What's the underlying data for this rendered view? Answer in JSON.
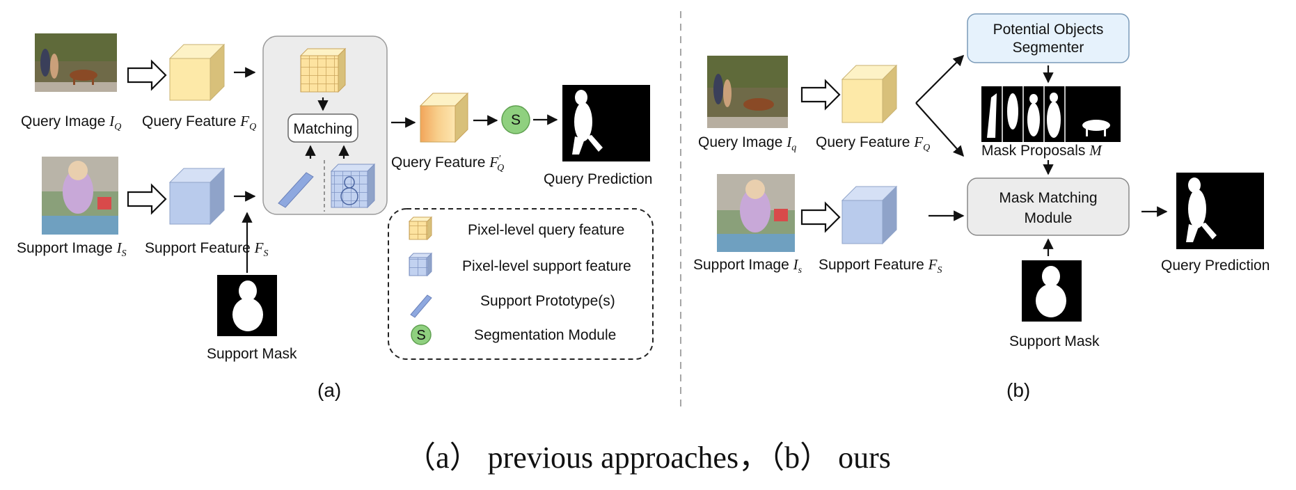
{
  "panel_a": {
    "query_image_label": "Query Image",
    "query_image_sym": "I",
    "query_image_sub": "Q",
    "query_feature_label": "Query Feature",
    "query_feature_sym": "F",
    "query_feature_sub": "Q",
    "support_image_label": "Support Image",
    "support_image_sym": "I",
    "support_image_sub": "S",
    "support_feature_label": "Support Feature",
    "support_feature_sym": "F",
    "support_feature_sub": "S",
    "support_mask_label": "Support Mask",
    "matching_label": "Matching",
    "refined_feature_label": "Query Feature",
    "refined_feature_sym": "F",
    "refined_feature_prime": "′",
    "refined_feature_sub": "Q",
    "seg_symbol": "S",
    "query_prediction_label": "Query Prediction",
    "legend": {
      "pixel_query": "Pixel-level query feature",
      "pixel_support": "Pixel-level support feature",
      "prototype": "Support Prototype(s)",
      "seg_symbol": "S",
      "seg_module": "Segmentation Module"
    },
    "sub_label": "(a)"
  },
  "panel_b": {
    "query_image_label": "Query Image",
    "query_image_sym": "I",
    "query_image_sub": "q",
    "query_feature_label": "Query Feature",
    "query_feature_sym": "F",
    "query_feature_sub": "Q",
    "support_image_label": "Support Image",
    "support_image_sym": "I",
    "support_image_sub": "s",
    "support_feature_label": "Support Feature",
    "support_feature_sym": "F",
    "support_feature_sub": "S",
    "segmenter_line1": "Potential Objects",
    "segmenter_line2": "Segmenter",
    "mask_proposals_label": "Mask Proposals",
    "mask_proposals_sym": "M",
    "matching_module_line1": "Mask Matching",
    "matching_module_line2": "Module",
    "support_mask_label": "Support Mask",
    "query_prediction_label": "Query Prediction",
    "sub_label": "(b)"
  },
  "caption": "（a） previous approaches，（b） ours",
  "colors": {
    "query_cube_front": "#fde9a8",
    "query_cube_top": "#fdf2c6",
    "query_cube_side": "#d8c07a",
    "support_cube_front": "#b9cbec",
    "support_cube_top": "#d5e0f5",
    "support_cube_side": "#8fa3c9",
    "seg_circle": "#8fd07f",
    "segmenter_box": "#e6f2fc",
    "matching_box": "#ececec",
    "prototype_bar": "#8ea8df"
  }
}
